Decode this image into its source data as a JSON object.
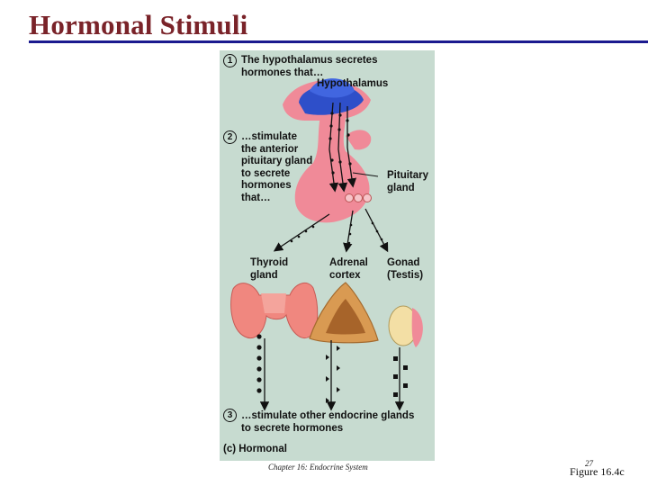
{
  "slide": {
    "title": "Hormonal Stimuli",
    "footer_chapter": "Chapter 16: Endocrine System",
    "footer_page": "27",
    "footer_figure": "Figure 16.4c"
  },
  "figure": {
    "step1_number": "1",
    "step1_text": "The hypothalamus secretes\nhormones that…",
    "label_hypothalamus": "Hypothalamus",
    "step2_number": "2",
    "step2_text": "…stimulate\nthe anterior\npituitary gland\nto secrete\nhormones\nthat…",
    "label_pituitary": "Pituitary\ngland",
    "label_thyroid": "Thyroid\ngland",
    "label_adrenal": "Adrenal\ncortex",
    "label_gonad": "Gonad\n(Testis)",
    "step3_number": "3",
    "step3_text": "…stimulate other endocrine glands\nto secrete hormones",
    "caption": "(c) Hormonal"
  },
  "colors": {
    "title": "#7a2329",
    "rule": "#1b1a8f",
    "panel_bg": "#c7dbd0",
    "hypothalamus": "#2e4fc9",
    "pituitary": "#f08a98",
    "thyroid": "#f0877f",
    "adrenal": "#d99a52",
    "testis": "#f3dfa5"
  },
  "icons": [
    "hypothalamus-illustration",
    "pituitary-illustration",
    "thyroid-illustration",
    "adrenal-illustration",
    "testis-illustration",
    "arrow-icon"
  ]
}
